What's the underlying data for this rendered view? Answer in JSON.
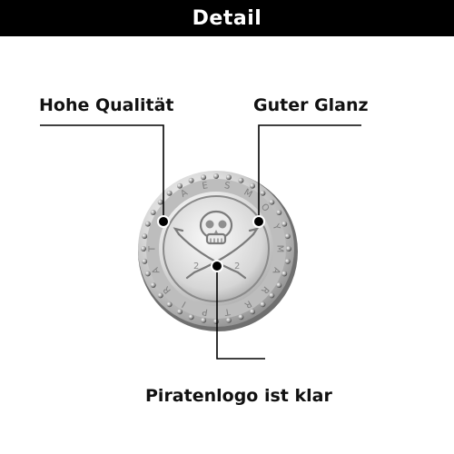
{
  "header": {
    "title": "Detail",
    "background": "#000000",
    "text_color": "#ffffff"
  },
  "callouts": {
    "quality": "Hohe Qualität",
    "gloss": "Guter Glanz",
    "logo": "Piratenlogo ist klar"
  },
  "coin": {
    "rim_letters": [
      "A",
      "E",
      "S",
      "M",
      "O",
      "Y",
      "M",
      "A",
      "R",
      "R",
      "T",
      "P",
      "I",
      "R",
      "A",
      "T"
    ],
    "motif": "skull-and-crossed-sabres",
    "metal_colors": [
      "#f4f4f4",
      "#c9c9c9",
      "#8e8e8e"
    ]
  },
  "marker_color": "#000000"
}
